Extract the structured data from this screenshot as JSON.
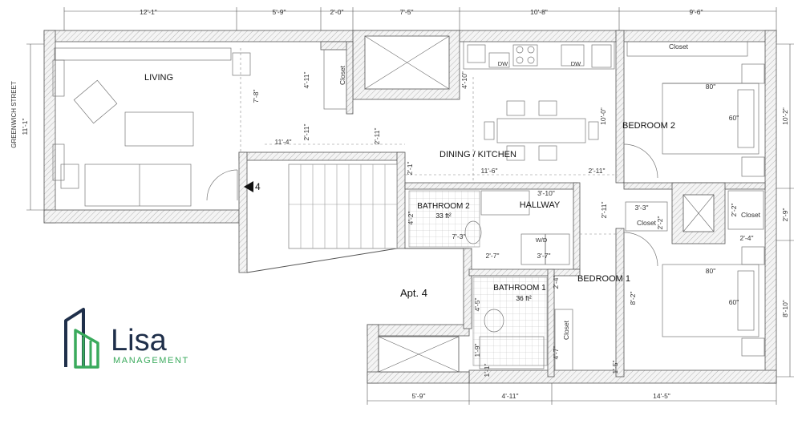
{
  "rooms": {
    "living": "LIVING",
    "dining_kitchen": "DINING / KITCHEN",
    "bedroom2": "BEDROOM 2",
    "bedroom1": "BEDROOM 1",
    "bathroom2": "BATHROOM 2",
    "bathroom2_area": "33 ft²",
    "bathroom1": "BATHROOM 1",
    "bathroom1_area": "36 ft²",
    "hallway": "HALLWAY",
    "apt": "Apt. 4",
    "closet_living": "Closet",
    "closet_bed2": "Closet",
    "closet_right": "Closet",
    "closet_hall": "Closet",
    "closet_bath1": "Closet"
  },
  "street": "GREENWICH STREET",
  "unit_marker": "4",
  "appliances": {
    "dw1": "DW",
    "dw2": "DW",
    "wd": "W/D"
  },
  "dims_top": [
    "12'-1\"",
    "5'-9\"",
    "2'-0\"",
    "7'-5\"",
    "10'-8\"",
    "9'-6\""
  ],
  "dims_bottom": [
    "5'-9\"",
    "4'-11\"",
    "14'-5\""
  ],
  "dims_left": [
    "11'-1\""
  ],
  "dims_right": [
    "10'-2\"",
    "2'-9\"",
    "8'-10\""
  ],
  "dims_interior": {
    "d_4_11": "4'-11\"",
    "d_7_8": "7'-8\"",
    "d_2_11a": "2'-11\"",
    "d_11_4": "11'-4\"",
    "d_2_11b": "2'-11\"",
    "d_4_10": "4'-10\"",
    "d_10_0": "10'-0\"",
    "d_2_1": "2'-1\"",
    "d_11_6": "11'-6\"",
    "d_2_11c": "2'-11\"",
    "d_3_10": "3'-10\"",
    "d_4_2": "4'-2\"",
    "d_7_3": "7'-3\"",
    "d_2_11d": "2'-11\"",
    "d_3_3": "3'-3\"",
    "d_2_2a": "2'-2\"",
    "d_2_2b": "2'-2\"",
    "d_2_4a": "2'-4\"",
    "d_2_7": "2'-7\"",
    "d_3_7": "3'-7\"",
    "d_2_4b": "2'-4\"",
    "d_4_5": "4'-5\"",
    "d_4_7": "4'-7\"",
    "d_1_9": "1'-9\"",
    "d_1_1": "1'-1\"",
    "d_8_2": "8'-2\"",
    "d_1_5": "1'-5\"",
    "bed2_w": "80\"",
    "bed2_h": "60\"",
    "bed1_w": "80\"",
    "bed1_h": "60\""
  },
  "logo": {
    "name": "Lisa",
    "sub": "MANAGEMENT",
    "color_dark": "#1f2f4a",
    "color_green": "#3aaa5c"
  }
}
